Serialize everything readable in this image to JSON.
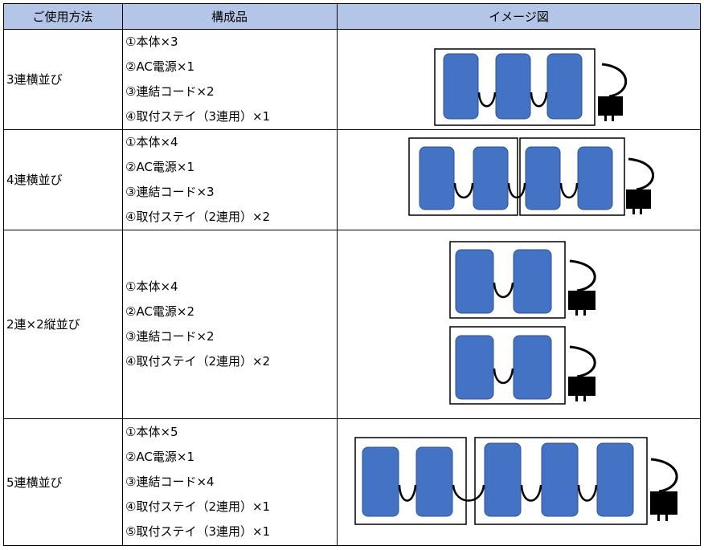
{
  "headers": [
    "ご使用方法",
    "構成品",
    "イメージ図"
  ],
  "rows": [
    {
      "method": "3連横並び",
      "parts": [
        "①本体×3",
        "②AC電源×1",
        "③連結コード×2",
        "④取付ステイ（3連用）×1"
      ]
    },
    {
      "method": "4連横並び",
      "parts": [
        "①本体×4",
        "②AC電源×1",
        "③連結コード×3",
        "④取付ステイ（2連用）×2"
      ]
    },
    {
      "method": "2連×2縦並び",
      "parts": [
        "①本体×4",
        "②AC電源×2",
        "③連結コード×2",
        "④取付ステイ（2連用）×2"
      ]
    },
    {
      "method": "5連横並び",
      "parts": [
        "①本体×5",
        "②AC電源×1",
        "③連結コード×4",
        "④取付ステイ（2連用）×1",
        "⑤取付ステイ（3連用）×1"
      ]
    }
  ],
  "colors": {
    "header_bg": "#b4c6e7",
    "unit_fill": "#4472c4",
    "unit_stroke": "#2f528f",
    "ink": "#000000"
  }
}
